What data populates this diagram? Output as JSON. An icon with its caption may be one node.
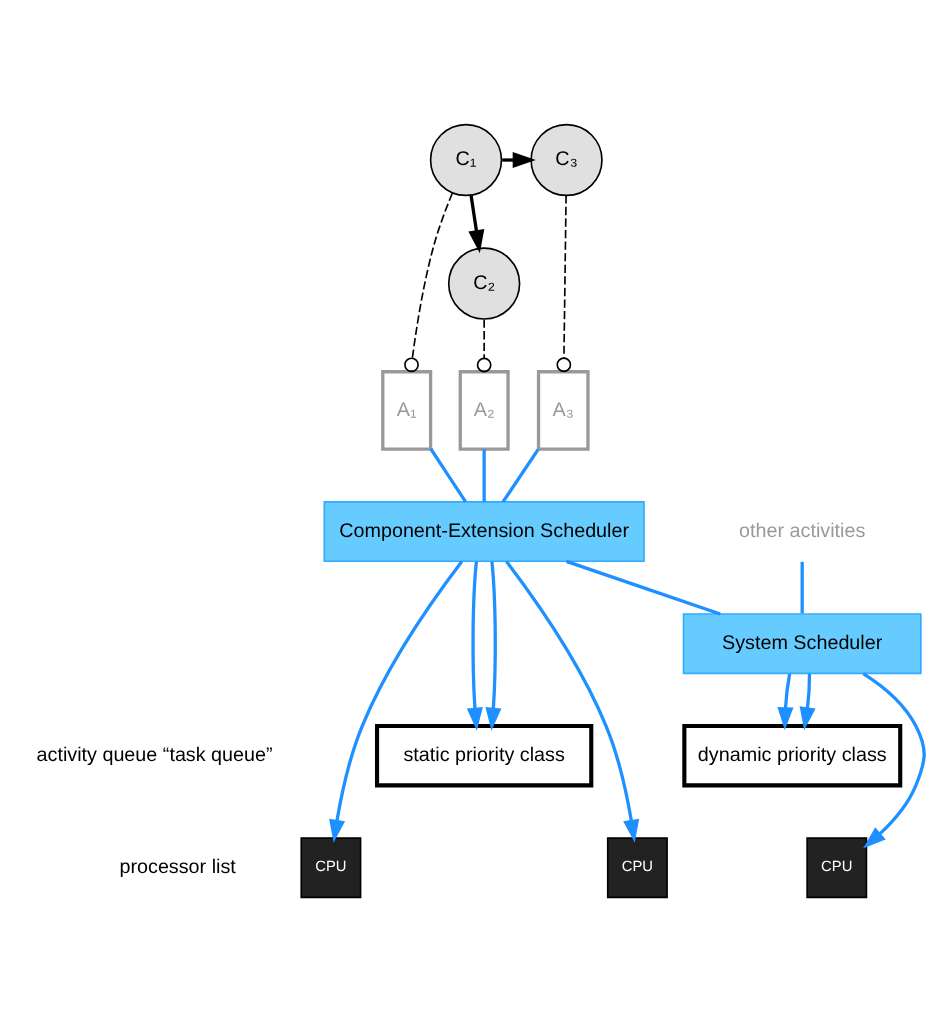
{
  "diagram": {
    "nodes": [
      {
        "text": [
          "C₁"
        ]
      },
      {
        "text": [
          "C₂"
        ]
      },
      {
        "text": [
          "C₃"
        ]
      },
      {
        "text": [
          "A₁"
        ]
      },
      {
        "text": [
          "A₂"
        ]
      },
      {
        "text": [
          "A₃"
        ]
      },
      {
        "text": [
          "Component-Extension Scheduler"
        ]
      },
      {
        "text": [
          "other activities"
        ]
      },
      {
        "text": [
          "System Scheduler"
        ]
      },
      {
        "text": [
          "static priority class"
        ]
      },
      {
        "text": [
          "dynamic priority class"
        ]
      },
      {
        "text": [
          "CPU"
        ]
      },
      {
        "text": [
          "CPU"
        ]
      },
      {
        "text": [
          "CPU"
        ]
      }
    ],
    "edges": [
      {
        "from": 0,
        "to": 1,
        "arrow": "to",
        "color": "#000000"
      },
      {
        "from": 0,
        "to": 2,
        "arrow": "to",
        "color": "#000000"
      },
      {
        "from": 0,
        "to": 3,
        "arrow": "other",
        "style": "dashed",
        "color": "#000000"
      },
      {
        "from": 1,
        "to": 4,
        "arrow": "other",
        "style": "dashed",
        "color": "#000000"
      },
      {
        "from": 2,
        "to": 5,
        "arrow": "other",
        "style": "dashed",
        "color": "#000000"
      },
      {
        "from": 3,
        "to": 6,
        "arrow": "none"
      },
      {
        "from": 4,
        "to": 6,
        "arrow": "none"
      },
      {
        "from": 5,
        "to": 6,
        "arrow": "none"
      },
      {
        "from": 6,
        "to": 8,
        "arrow": "none"
      },
      {
        "from": 7,
        "to": 8,
        "arrow": "none"
      },
      {
        "from": 6,
        "to": 9,
        "arrow": "to"
      },
      {
        "from": 6,
        "to": 11,
        "arrow": "to"
      },
      {
        "from": 6,
        "to": 9,
        "arrow": "to"
      },
      {
        "from": 6,
        "to": 12,
        "arrow": "to"
      },
      {
        "from": 8,
        "to": 10,
        "arrow": "to"
      },
      {
        "from": 8,
        "to": 13,
        "arrow": "to"
      },
      {
        "from": 8,
        "to": 10,
        "arrow": "to"
      }
    ],
    "labels": [
      "activity queue “task queue”",
      "processor list"
    ]
  }
}
